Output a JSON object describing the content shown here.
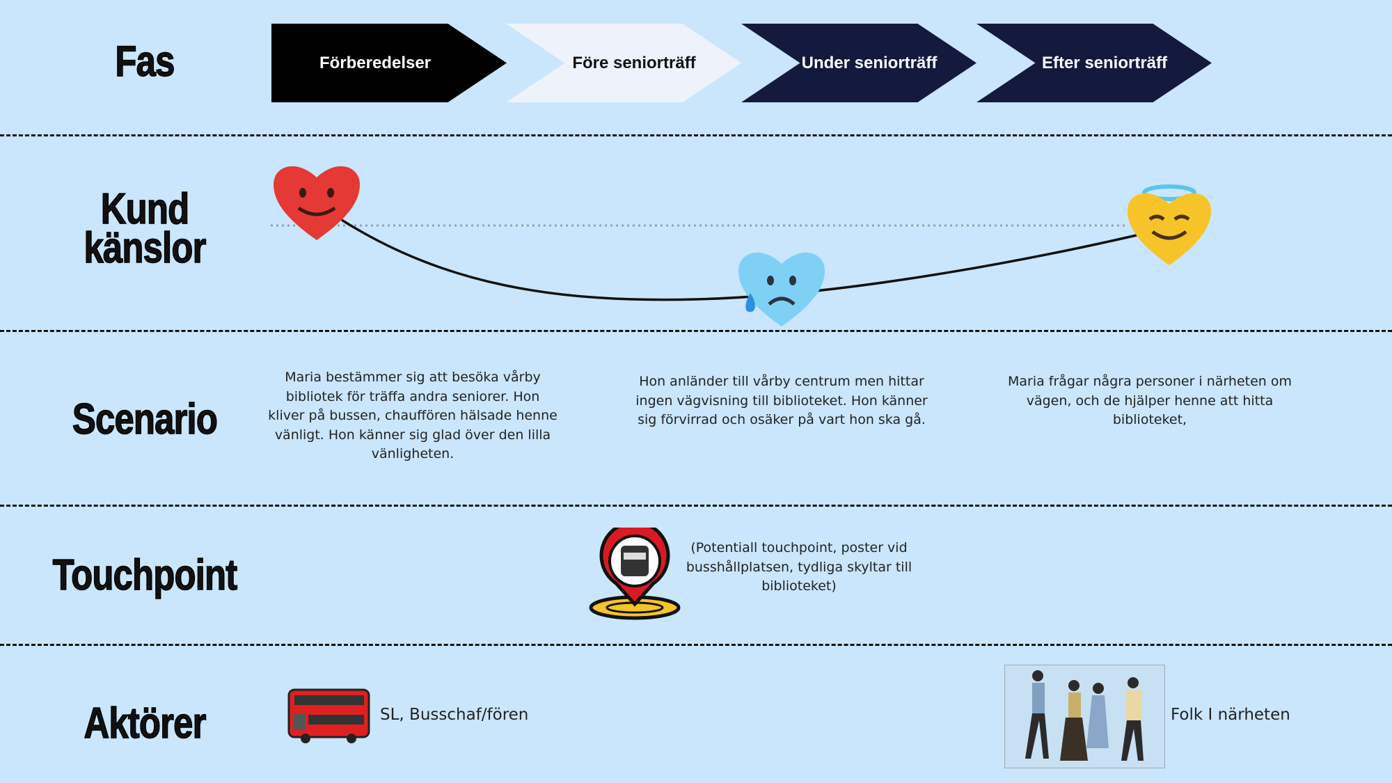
{
  "rows": {
    "phase": "Fas",
    "emotion": "Kund\nkänslor",
    "scenario": "Scenario",
    "touchpoint": "Touchpoint",
    "actors": "Aktörer"
  },
  "phases": [
    {
      "label": "Förberedelser",
      "bg": "#000000",
      "fg": "#ffffff"
    },
    {
      "label": "Före seniorträff",
      "bg": "#eef3fb",
      "fg": "#111111"
    },
    {
      "label": "Under seniorträff",
      "bg": "#141a3d",
      "fg": "#ffffff"
    },
    {
      "label": "Efter seniorträff",
      "bg": "#141a3d",
      "fg": "#ffffff"
    }
  ],
  "emotions": [
    {
      "icon": "smiling-red-heart-icon",
      "level": "happy"
    },
    {
      "icon": "crying-blue-heart-icon",
      "level": "sad"
    },
    {
      "icon": "angel-yellow-heart-icon",
      "level": "happy"
    }
  ],
  "scenarios": [
    "Maria bestämmer sig att besöka vårby bibliotek för träffa andra seniorer. Hon kliver på bussen, chauffören hälsade henne vänligt. Hon känner sig glad över den lilla vänligheten.",
    "Hon anländer till vårby centrum men hittar ingen vägvisning till biblioteket. Hon känner sig förvirrad och osäker på vart hon ska gå.",
    "Maria frågar några personer i närheten om vägen, och de hjälper henne att hitta biblioteket,"
  ],
  "touchpoint": {
    "icon": "bus-stop-pin-icon",
    "text": "(Potentiall touchpoint, poster vid busshållplatsen, tydliga skyltar till biblioteket)"
  },
  "actors": [
    {
      "icon": "double-decker-bus-icon",
      "label": "SL, Busschaf/fören"
    },
    {
      "icon": "people-walking-image",
      "label": "Folk I närheten"
    }
  ]
}
